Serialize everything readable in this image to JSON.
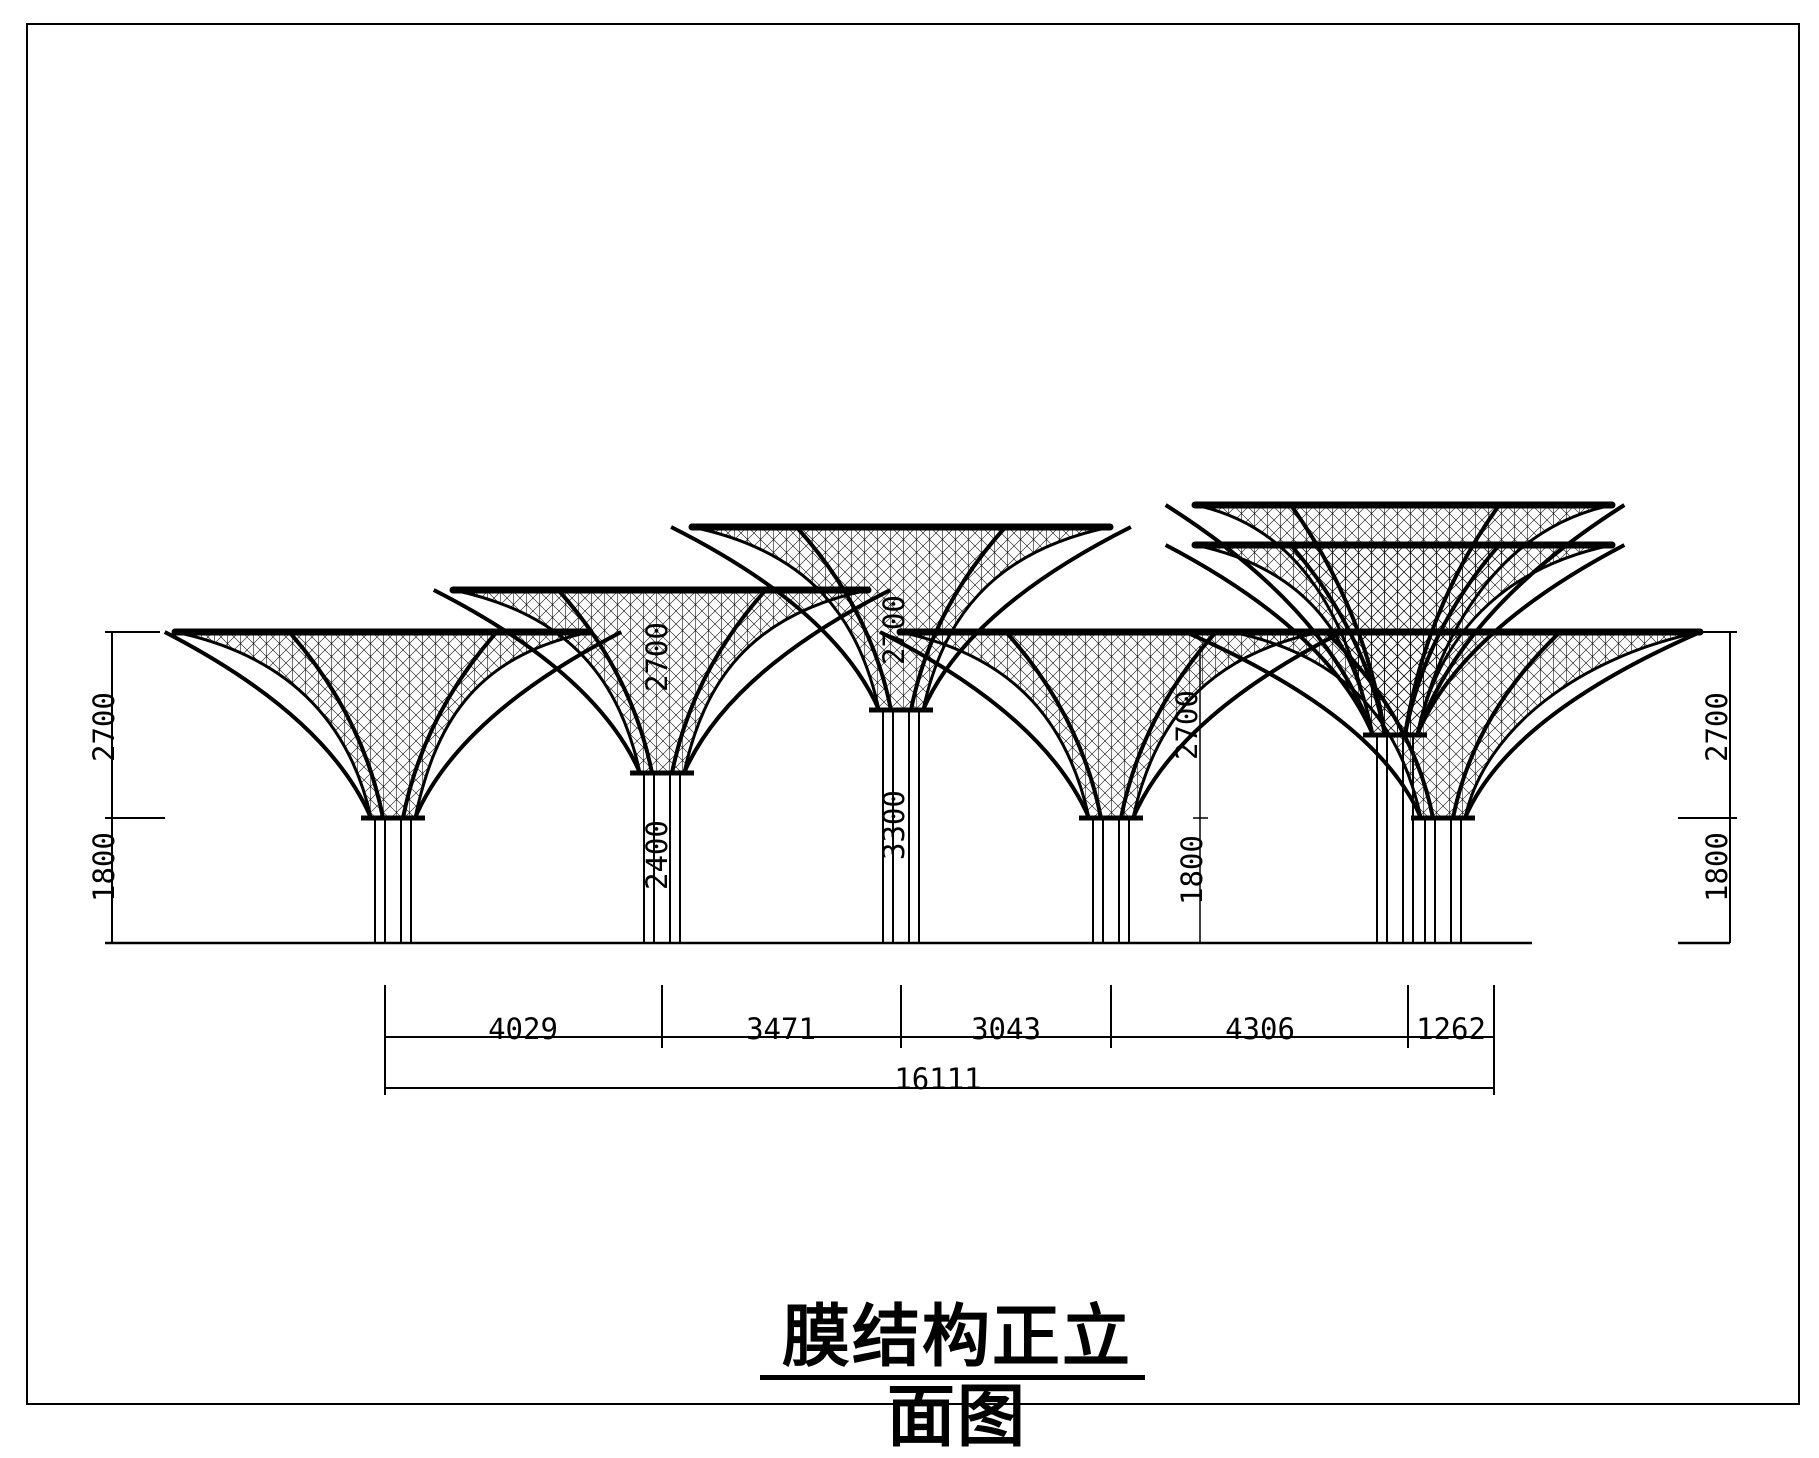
{
  "title": "膜结构正立面图",
  "colors": {
    "line": "#000000",
    "paper": "#ffffff"
  },
  "horizontal_dimensions": [
    "4029",
    "3471",
    "3043",
    "4306",
    "1262"
  ],
  "total_dimension": "16111",
  "left_heights": {
    "upper": "2700",
    "lower": "1800"
  },
  "right_heights": {
    "upper": "2700",
    "lower": "1800"
  },
  "canopy_inline_labels": [
    "2700",
    "2400",
    "2700",
    "3300",
    "2700",
    "1800"
  ]
}
